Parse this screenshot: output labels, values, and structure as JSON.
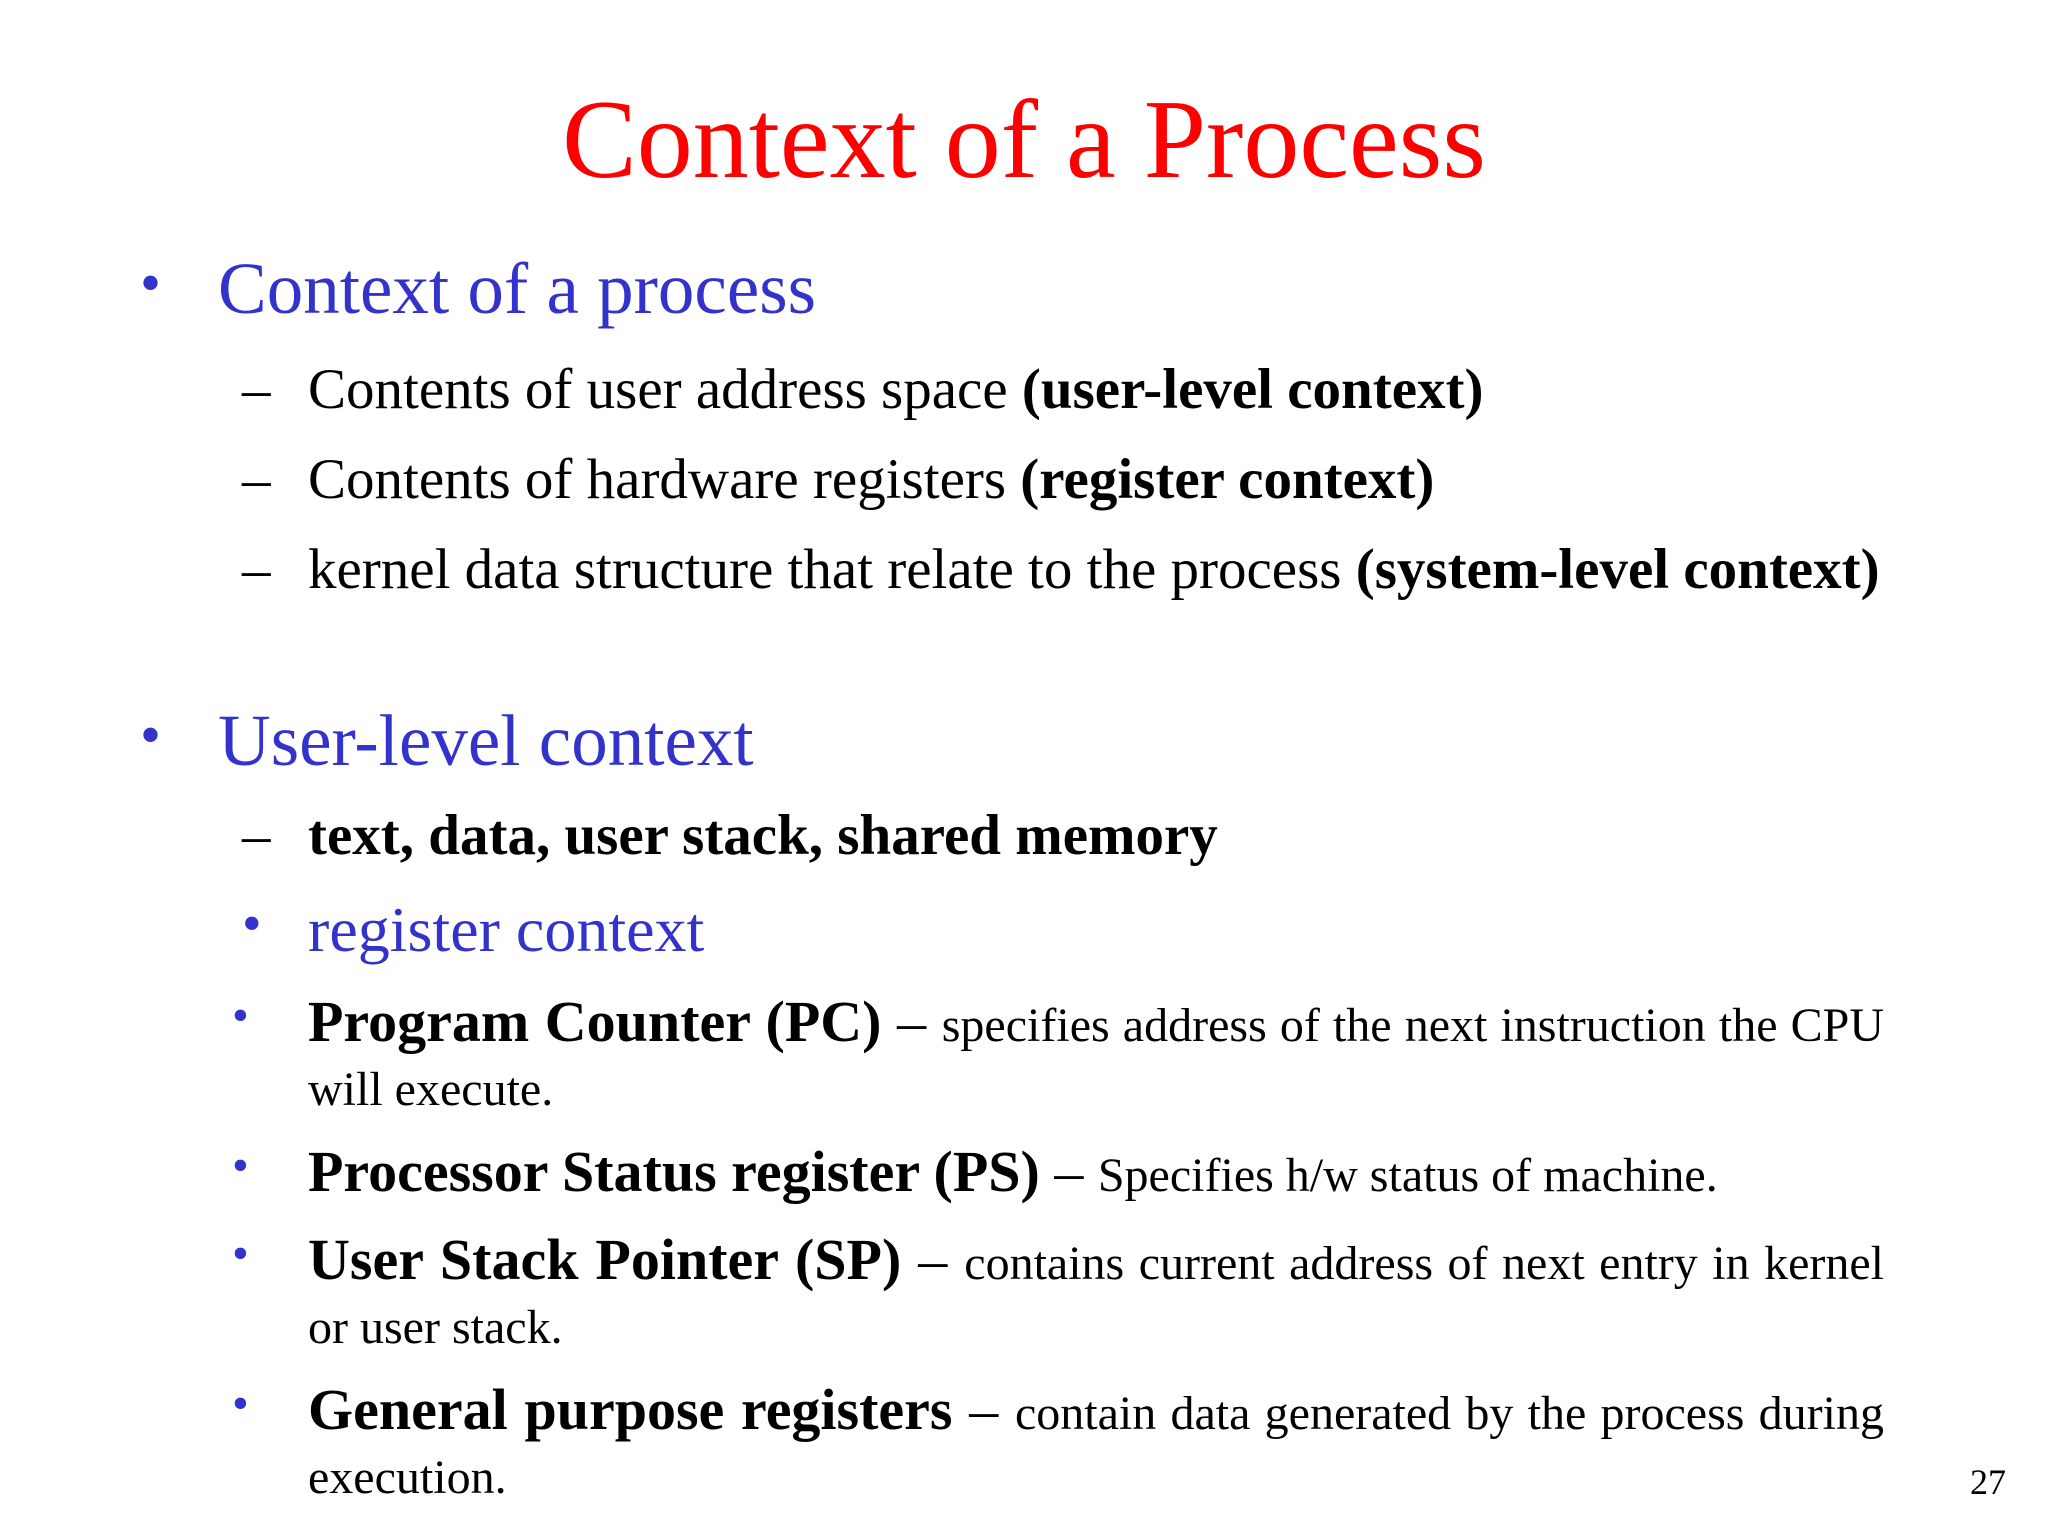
{
  "title": "Context of a Process",
  "sections": [
    {
      "heading": "Context of a process",
      "items": [
        {
          "text": "Contents of user address space ",
          "bold": "(user-level context)"
        },
        {
          "text": "Contents of hardware registers ",
          "bold": "(register context)"
        },
        {
          "text": "kernel data structure that relate to the process ",
          "bold": "(system-level context)"
        }
      ]
    },
    {
      "heading": "User-level context",
      "items": [
        {
          "text": "",
          "bold": "text, data, user stack, shared memory"
        }
      ]
    }
  ],
  "register_context": {
    "heading": "register context",
    "items": [
      {
        "term": "Program Counter (PC)",
        "sep": " – ",
        "desc": "specifies address of the next instruction the CPU will execute."
      },
      {
        "term": "Processor Status register (PS)",
        "sep": " – ",
        "desc": "Specifies h/w status of machine."
      },
      {
        "term": "User Stack Pointer (SP)",
        "sep": " – ",
        "desc": "contains current address of next entry in kernel or user stack."
      },
      {
        "term": "General purpose registers",
        "sep": " – ",
        "desc": "contain data generated by the process during execution."
      }
    ]
  },
  "bullet_glyph": "•",
  "dash_glyph": "–",
  "page_number": "27",
  "colors": {
    "title": "#ff0000",
    "heading": "#3333cc",
    "body": "#000000"
  }
}
